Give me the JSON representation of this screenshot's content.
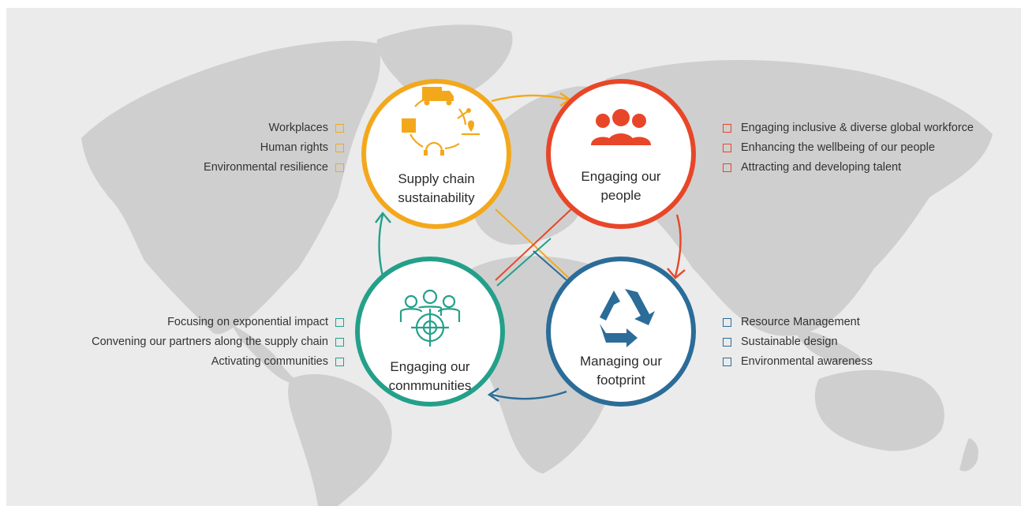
{
  "colors": {
    "supply": "#f3a81c",
    "people": "#e84628",
    "footprint": "#2b6c98",
    "communities": "#24a08a",
    "map": "#cfcfcf",
    "background": "#ebebeb"
  },
  "nodes": {
    "supply": {
      "line1": "Supply chain",
      "line2": "sustainability",
      "icon": "supply-chain-cycle-icon"
    },
    "people": {
      "line1": "Engaging our",
      "line2": "people",
      "icon": "people-group-icon"
    },
    "footprint": {
      "line1": "Managing our",
      "line2": "footprint",
      "icon": "recycle-icon"
    },
    "communities": {
      "line1": "Engaging our",
      "line2": "conmmunities",
      "icon": "community-target-icon"
    }
  },
  "lists": {
    "supply": [
      "Workplaces",
      "Human rights",
      "Environmental resilience"
    ],
    "people": [
      "Engaging inclusive & diverse global workforce",
      "Enhancing the wellbeing of our people",
      "Attracting and developing talent"
    ],
    "footprint": [
      "Resource Management",
      "Sustainable design",
      "Environmental awareness"
    ],
    "communities": [
      "Focusing on exponential impact",
      "Convening our partners along the supply chain",
      "Activating communities"
    ]
  }
}
